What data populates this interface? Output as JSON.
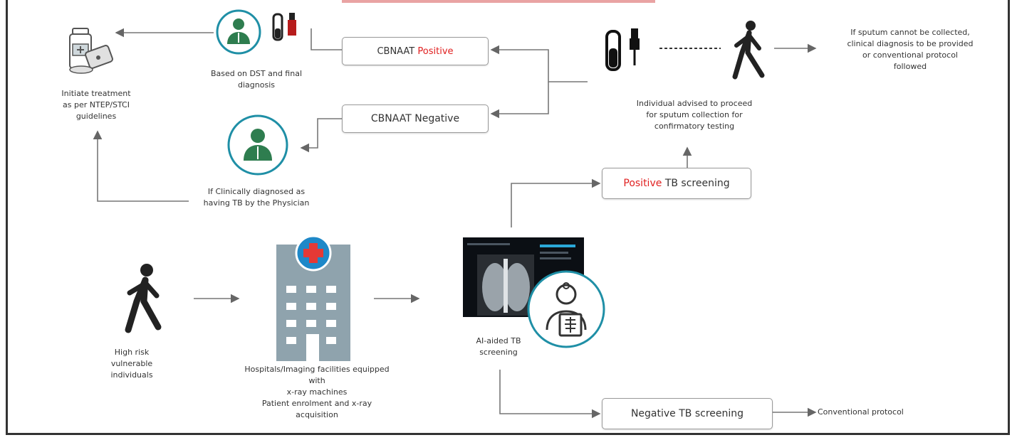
{
  "boxes": {
    "cbnaat_positive": {
      "word": "CBNAAT",
      "result": "Positive"
    },
    "cbnaat_negative": {
      "word": "CBNAAT",
      "result": "Negative"
    },
    "positive_screening": {
      "result": "Positive",
      "rest": "TB screening"
    },
    "negative_screening": {
      "label": "Negative TB screening"
    }
  },
  "texts": {
    "initiate_treatment": "Initiate treatment\nas per NTEP/STCI\nguidelines",
    "dst_diagnosis": "Based on DST and final\ndiagnosis",
    "clinical_diagnosis": "If Clinically diagnosed as\nhaving TB by the Physician",
    "sputum_advice": "Individual advised to proceed\nfor sputum collection for\nconfirmatory testing",
    "sputum_fallback": "If sputum cannot be collected,\nclinical diagnosis to be provided\nor conventional protocol\nfollowed",
    "high_risk": "High risk\nvulnerable\nindividuals",
    "hospitals": "Hospitals/Imaging facilities equipped\nwith\nx-ray machines\nPatient enrolment and x-ray\nacquisition",
    "ai_screening": "AI-aided TB\nscreening",
    "conventional": "Conventional protocol"
  },
  "colors": {
    "teal": "#1f8fa6",
    "green": "#2e7d4f",
    "red": "#e02020",
    "grey_building": "#8fa3ad"
  },
  "icons": [
    "medicine-icon",
    "doctor-icon",
    "test-tube-icon",
    "walking-person-icon",
    "hospital-icon",
    "xray-monitor-icon",
    "radiologist-icon"
  ]
}
